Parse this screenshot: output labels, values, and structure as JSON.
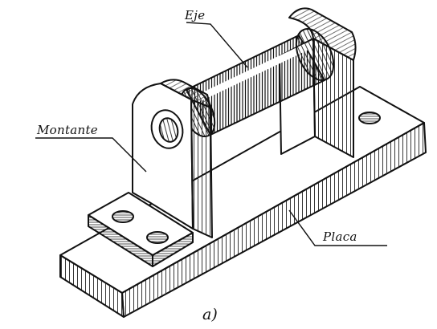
{
  "figure": {
    "caption": "a)",
    "labels": {
      "shaft": "Eje",
      "upright": "Montante",
      "plate": "Placa"
    },
    "colors": {
      "ink": "#111111",
      "paper": "#ffffff"
    }
  }
}
